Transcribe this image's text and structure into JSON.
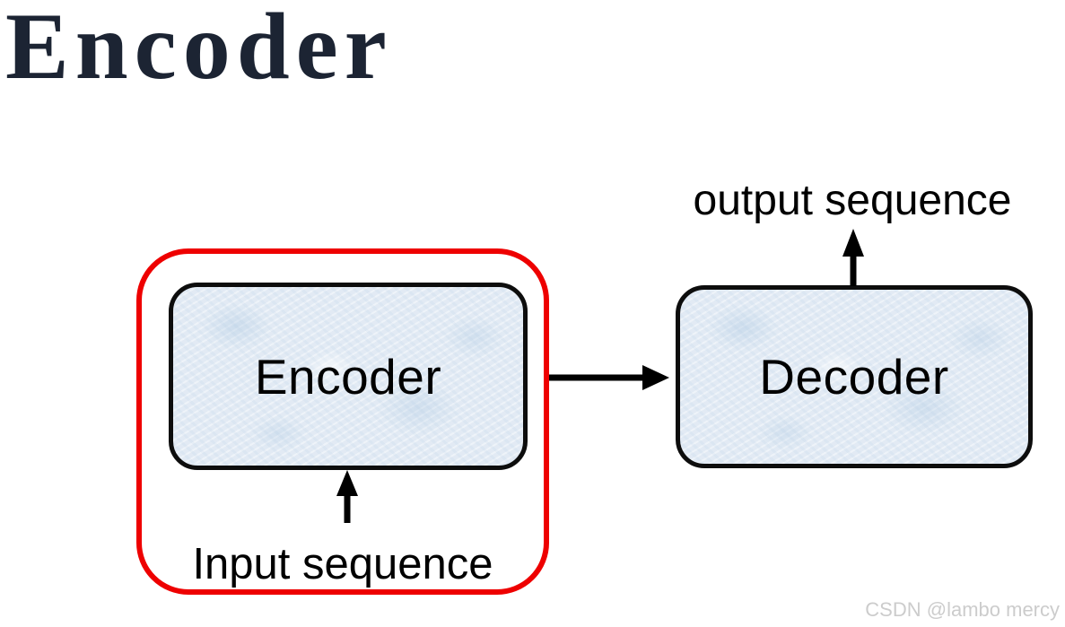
{
  "slide": {
    "title": "Encoder"
  },
  "diagram": {
    "encoder_box": {
      "label": "Encoder"
    },
    "decoder_box": {
      "label": "Decoder"
    },
    "input_label": "Input sequence",
    "output_label": "output sequence"
  },
  "colors": {
    "title_text": "#1c2433",
    "highlight_outline": "#ee0000",
    "box_fill": "#e7eef6",
    "box_border": "#0d0d0d",
    "arrow": "#000000",
    "label_text": "#000000",
    "watermark_text": "#cccccc"
  },
  "watermark": {
    "text": "CSDN @lambo mercy"
  }
}
